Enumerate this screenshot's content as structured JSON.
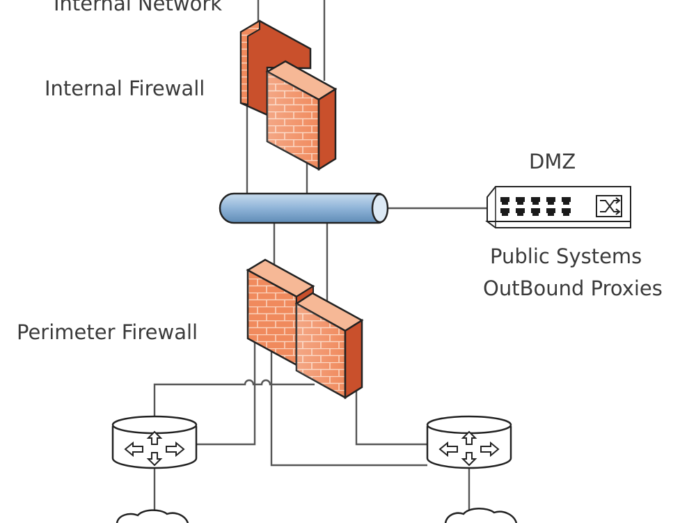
{
  "labels": {
    "internal_network": "Internal Network",
    "internal_firewall": "Internal Firewall",
    "dmz": "DMZ",
    "public_systems": "Public Systems",
    "outbound_proxies": "OutBound Proxies",
    "perimeter_firewall": "Perimeter Firewall"
  },
  "colors": {
    "firewall_face": "#f08a5d",
    "firewall_side": "#c9502c",
    "firewall_top": "#f6b896",
    "bus_fill": "#8fb4d8",
    "line": "#555555"
  },
  "icons": [
    "firewall-icon",
    "network-bus-icon",
    "switch-icon",
    "router-icon",
    "cloud-icon"
  ]
}
